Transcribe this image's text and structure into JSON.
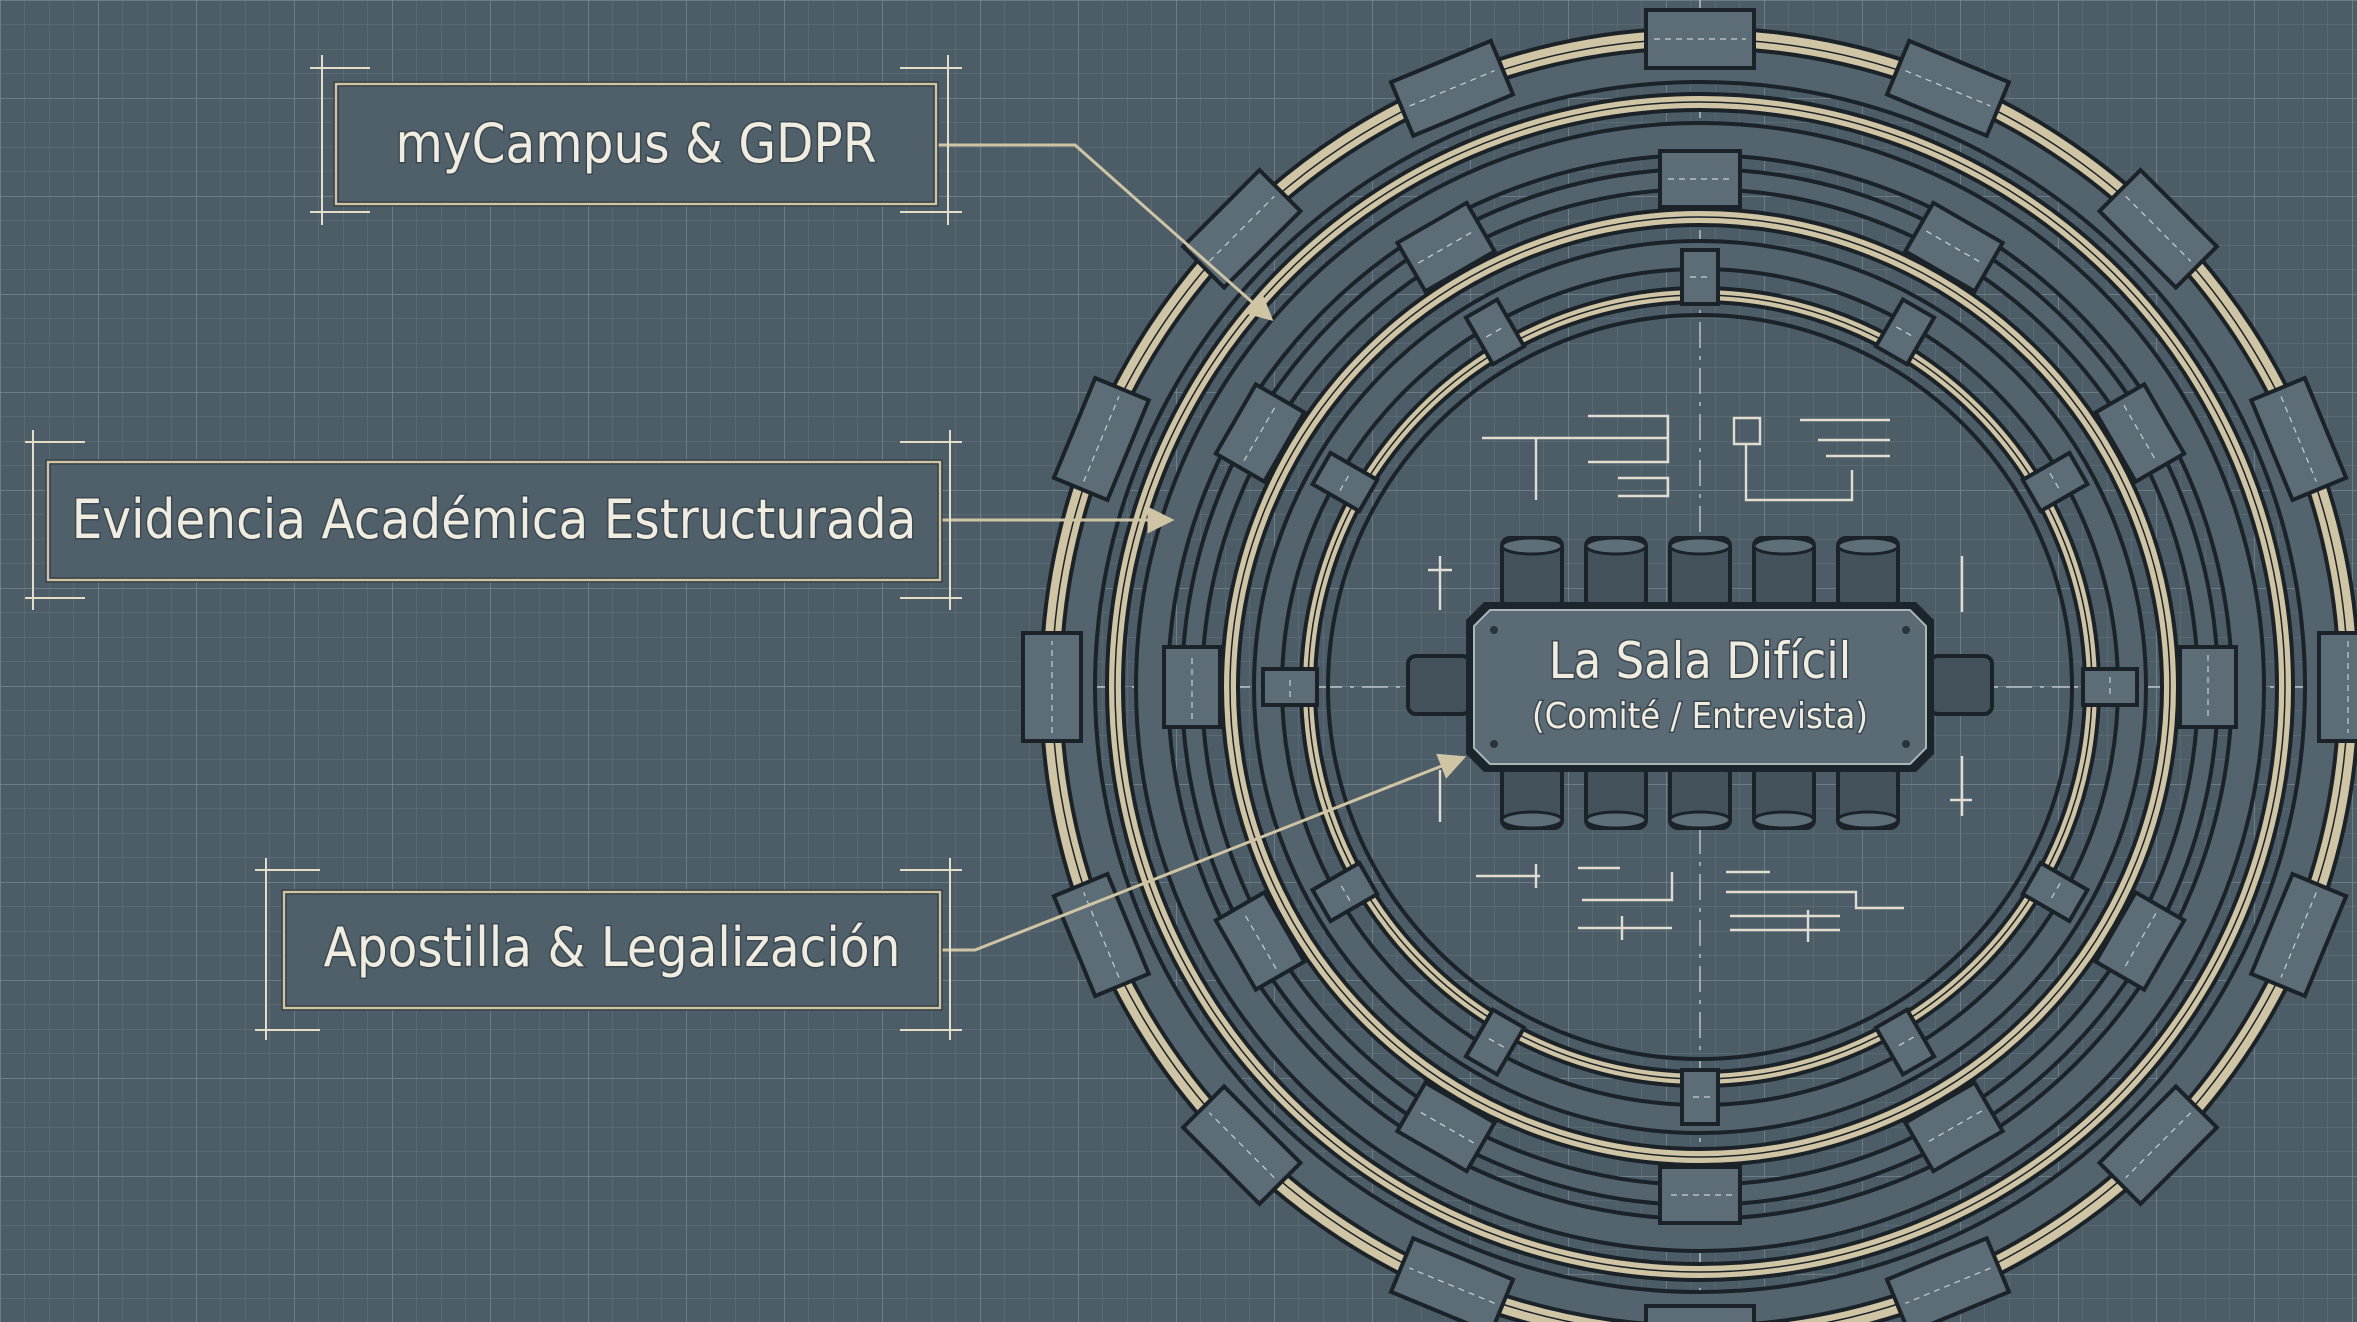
{
  "labels": {
    "mycampus": "myCampus & GDPR",
    "evidencia": "Evidencia Académica Estructurada",
    "apostilla": "Apostilla & Legalización"
  },
  "center": {
    "title": "La Sala Difícil",
    "subtitle": "(Comité / Entrevista)"
  },
  "colors": {
    "background": "#4c5d68",
    "grid": "#6d7e88",
    "line": "#1b2329",
    "accent": "#cfc4a4",
    "text": "#f1ece0"
  }
}
